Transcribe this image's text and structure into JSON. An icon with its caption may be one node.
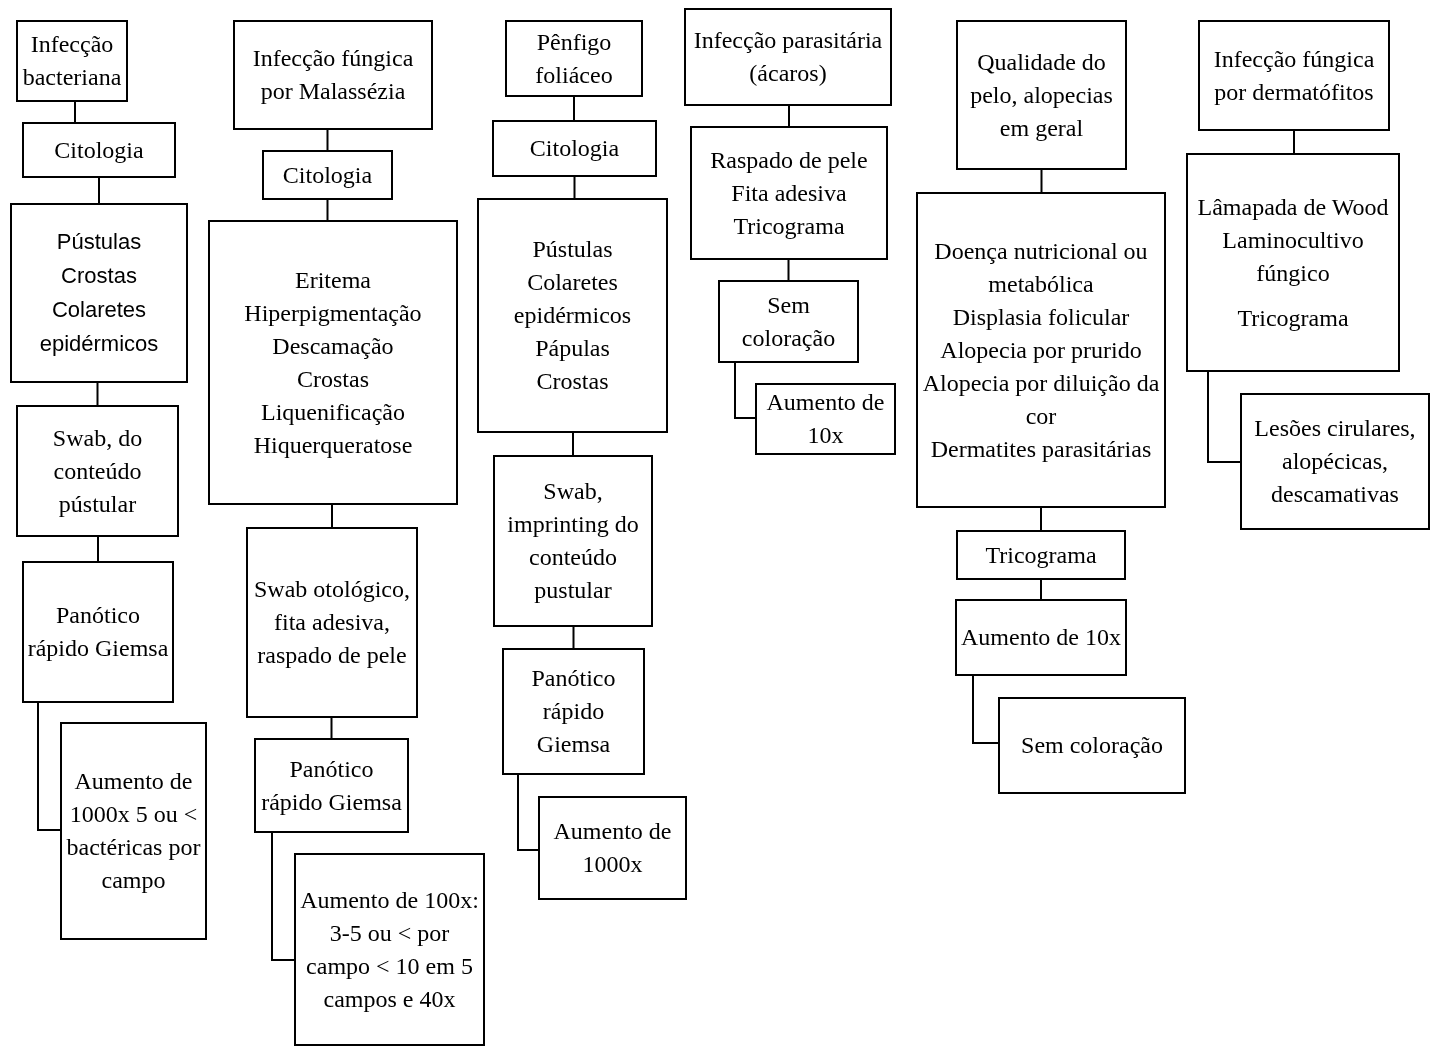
{
  "diagram": {
    "nodes": [
      {
        "text": [
          "Infecção bacteriana"
        ]
      },
      {
        "text": [
          "Citologia"
        ]
      },
      {
        "text": [
          "Pústulas",
          "Crostas",
          "Colaretes epidérmicos"
        ]
      },
      {
        "text": [
          "Swab, do conteúdo pústular"
        ]
      },
      {
        "text": [
          "Panótico rápido Giemsa"
        ]
      },
      {
        "text": [
          "Aumento de 1000x 5 ou < bactéricas por campo"
        ]
      },
      {
        "text": [
          "Infecção fúngica por Malassézia"
        ]
      },
      {
        "text": [
          "Citologia"
        ]
      },
      {
        "text": [
          "Eritema",
          "Hiperpigmentação",
          "Descamação",
          "Crostas",
          "Liquenificação",
          "Hiquerqueratose"
        ]
      },
      {
        "text": [
          "Swab otológico, fita adesiva, raspado de pele"
        ]
      },
      {
        "text": [
          "Panótico rápido Giemsa"
        ]
      },
      {
        "text": [
          "Aumento de 100x: 3-5 ou < por campo < 10 em 5 campos e 40x"
        ]
      },
      {
        "text": [
          "Pênfigo foliáceo"
        ]
      },
      {
        "text": [
          "Citologia"
        ]
      },
      {
        "text": [
          "Pústulas",
          "Colaretes epidérmicos",
          "Pápulas",
          "Crostas"
        ]
      },
      {
        "text": [
          "Swab, imprinting do conteúdo pustular"
        ]
      },
      {
        "text": [
          "Panótico rápido Giemsa"
        ]
      },
      {
        "text": [
          "Aumento de 1000x"
        ]
      },
      {
        "text": [
          "Infecção parasitária (ácaros)"
        ]
      },
      {
        "text": [
          "Raspado de pele",
          "Fita adesiva",
          "Tricograma"
        ]
      },
      {
        "text": [
          "Sem coloração"
        ]
      },
      {
        "text": [
          "Aumento de 10x"
        ]
      },
      {
        "text": [
          "Qualidade do pelo, alopecias em geral"
        ]
      },
      {
        "text": [
          "Doença nutricional ou metabólica",
          "Displasia folicular",
          "Alopecia por prurido",
          "Alopecia por diluição da cor",
          "Dermatites parasitárias"
        ]
      },
      {
        "text": [
          "Tricograma"
        ]
      },
      {
        "text": [
          "Aumento de 10x"
        ]
      },
      {
        "text": [
          "Sem coloração"
        ]
      },
      {
        "text": [
          "Infecção fúngica por dermatófitos"
        ]
      },
      {
        "text": [
          "Lâmapada de Wood",
          "Laminocultivo fúngico",
          "Tricograma"
        ]
      },
      {
        "text": [
          "Lesões cirulares, alopécicas, descamativas"
        ]
      }
    ],
    "edges": [
      {
        "from": 0,
        "to": 1,
        "arrow": "none"
      },
      {
        "from": 1,
        "to": 2,
        "arrow": "none"
      },
      {
        "from": 2,
        "to": 3,
        "arrow": "none"
      },
      {
        "from": 3,
        "to": 4,
        "arrow": "none"
      },
      {
        "from": 4,
        "to": 5,
        "arrow": "none"
      },
      {
        "from": 6,
        "to": 7,
        "arrow": "none"
      },
      {
        "from": 7,
        "to": 8,
        "arrow": "none"
      },
      {
        "from": 8,
        "to": 9,
        "arrow": "none"
      },
      {
        "from": 9,
        "to": 10,
        "arrow": "none"
      },
      {
        "from": 10,
        "to": 11,
        "arrow": "none"
      },
      {
        "from": 12,
        "to": 13,
        "arrow": "none"
      },
      {
        "from": 13,
        "to": 14,
        "arrow": "none"
      },
      {
        "from": 14,
        "to": 15,
        "arrow": "none"
      },
      {
        "from": 15,
        "to": 16,
        "arrow": "none"
      },
      {
        "from": 16,
        "to": 17,
        "arrow": "none"
      },
      {
        "from": 18,
        "to": 19,
        "arrow": "none"
      },
      {
        "from": 19,
        "to": 20,
        "arrow": "none"
      },
      {
        "from": 20,
        "to": 21,
        "arrow": "none"
      },
      {
        "from": 22,
        "to": 23,
        "arrow": "none"
      },
      {
        "from": 23,
        "to": 24,
        "arrow": "none"
      },
      {
        "from": 24,
        "to": 25,
        "arrow": "none"
      },
      {
        "from": 25,
        "to": 26,
        "arrow": "none"
      },
      {
        "from": 27,
        "to": 28,
        "arrow": "none"
      },
      {
        "from": 28,
        "to": 29,
        "arrow": "none"
      }
    ]
  }
}
